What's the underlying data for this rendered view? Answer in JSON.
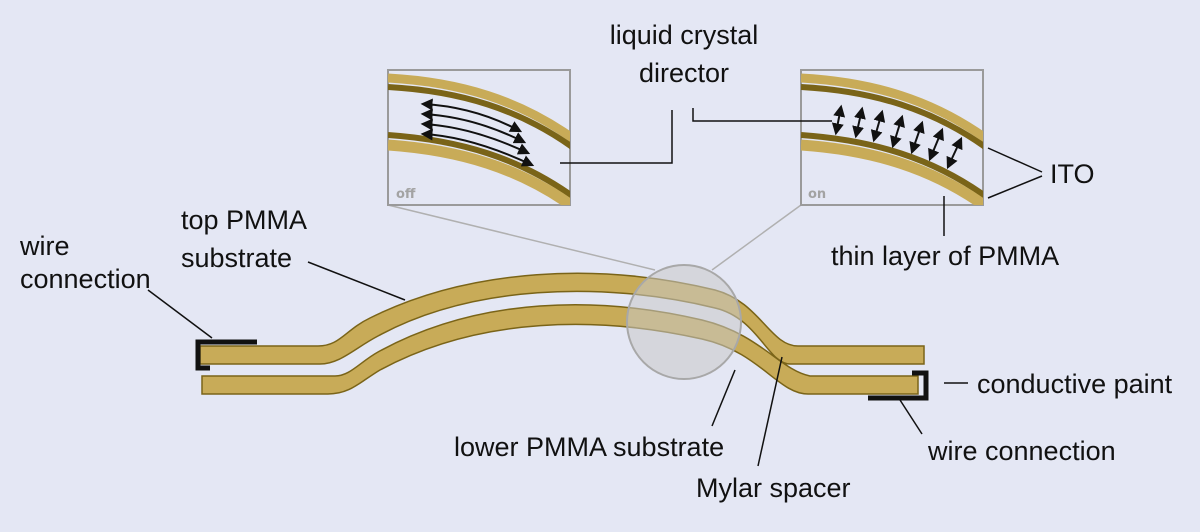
{
  "labels": {
    "lc_director_line1": "liquid crystal",
    "lc_director_line2": "director",
    "ito": "ITO",
    "thin_layer": "thin layer of PMMA",
    "top_substrate_line1": "top PMMA",
    "top_substrate_line2": "substrate",
    "wire_left_line1": "wire",
    "wire_left_line2": "connection",
    "conductive_paint": "conductive paint",
    "wire_right": "wire connection",
    "lower_substrate": "lower PMMA substrate",
    "mylar": "Mylar spacer"
  },
  "insets": {
    "off_tag": "off",
    "on_tag": "on"
  },
  "colors": {
    "background": "#e4e7f4",
    "substrate_fill": "#c8ab58",
    "substrate_edge": "#7a6418",
    "ito_layer": "#7a6418",
    "magnifier": "#b8b8b8",
    "frame": "#9a9a9a",
    "text": "#111111"
  }
}
